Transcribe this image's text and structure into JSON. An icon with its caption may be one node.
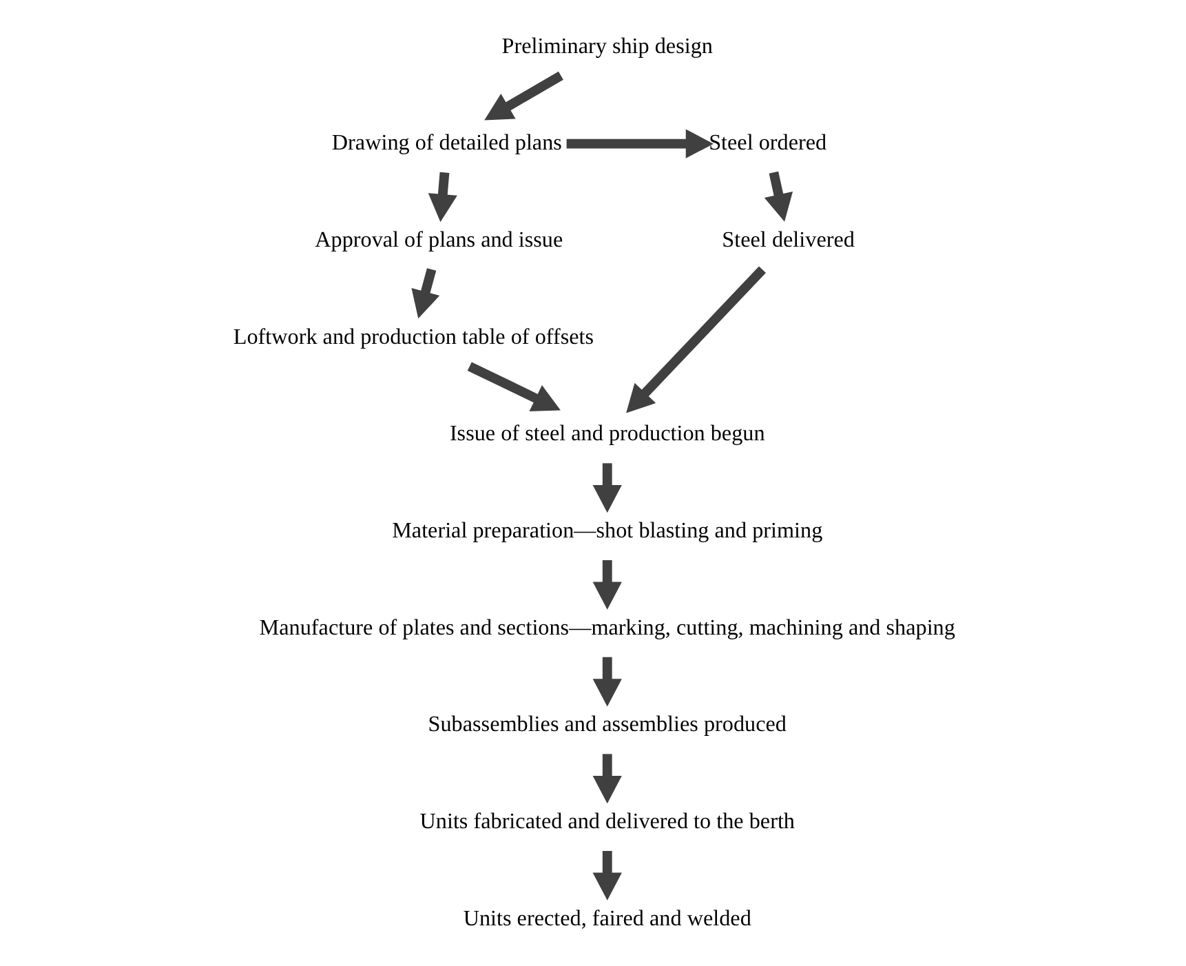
{
  "diagram": {
    "nodes": [
      {
        "text": [
          "Preliminary ship design"
        ]
      },
      {
        "text": [
          "Drawing of detailed plans"
        ]
      },
      {
        "text": [
          "Steel ordered"
        ]
      },
      {
        "text": [
          "Approval of plans and issue"
        ]
      },
      {
        "text": [
          "Steel delivered"
        ]
      },
      {
        "text": [
          "Loftwork and production table of offsets"
        ]
      },
      {
        "text": [
          "Issue of steel and production begun"
        ]
      },
      {
        "text": [
          "Material preparation—shot blasting and priming"
        ]
      },
      {
        "text": [
          "Manufacture of plates and sections—marking, cutting, machining and shaping"
        ]
      },
      {
        "text": [
          "Subassemblies and assemblies produced"
        ]
      },
      {
        "text": [
          "Units fabricated and delivered to the berth"
        ]
      },
      {
        "text": [
          "Units erected, faired and welded"
        ]
      }
    ],
    "edges": [
      {
        "from": 0,
        "to": 1,
        "arrow": "to"
      },
      {
        "from": 1,
        "to": 2,
        "arrow": "to"
      },
      {
        "from": 1,
        "to": 3,
        "arrow": "to"
      },
      {
        "from": 2,
        "to": 4,
        "arrow": "to"
      },
      {
        "from": 3,
        "to": 5,
        "arrow": "to"
      },
      {
        "from": 4,
        "to": 6,
        "arrow": "to"
      },
      {
        "from": 5,
        "to": 6,
        "arrow": "to"
      },
      {
        "from": 6,
        "to": 7,
        "arrow": "to"
      },
      {
        "from": 7,
        "to": 8,
        "arrow": "to"
      },
      {
        "from": 8,
        "to": 9,
        "arrow": "to"
      },
      {
        "from": 9,
        "to": 10,
        "arrow": "to"
      },
      {
        "from": 10,
        "to": 11,
        "arrow": "to"
      }
    ]
  }
}
